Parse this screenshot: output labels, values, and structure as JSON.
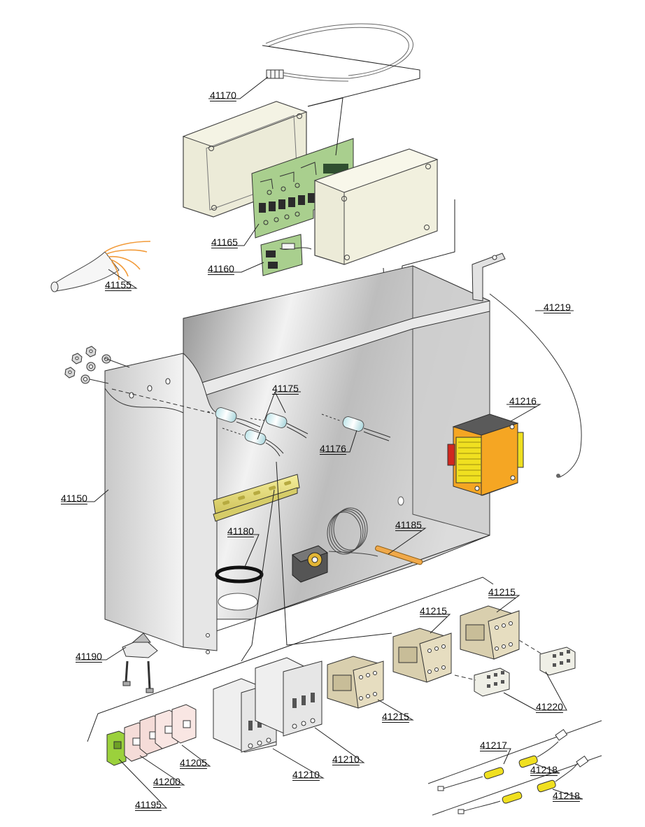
{
  "parts": {
    "p41170": "41170",
    "p41165": "41165",
    "p41160": "41160",
    "p41155": "41155",
    "p41219": "41219",
    "p41175": "41175",
    "p41176": "41176",
    "p41216": "41216",
    "p41150": "41150",
    "p41180": "41180",
    "p41185": "41185",
    "p41190": "41190",
    "p41215a": "41215",
    "p41215b": "41215",
    "p41215c": "41215",
    "p41220": "41220",
    "p41210a": "41210",
    "p41210b": "41210",
    "p41205": "41205",
    "p41200": "41200",
    "p41195": "41195",
    "p41217": "41217",
    "p41218a": "41218",
    "p41218b": "41218"
  },
  "colors": {
    "pcb": "#a9cf8e",
    "box": "#ecebd8",
    "cabinet_dark": "#9b9b9b",
    "cabinet_light": "#e4e4e4",
    "contactor": "#d9cfae",
    "transformer_core": "#f5a623",
    "transformer_coil": "#f0e020",
    "din_rail": "#e9e07a",
    "wire_orange": "#f29b3a",
    "terminal_green": "#9bd13c",
    "terminal_pink": "#f5dcd8"
  }
}
